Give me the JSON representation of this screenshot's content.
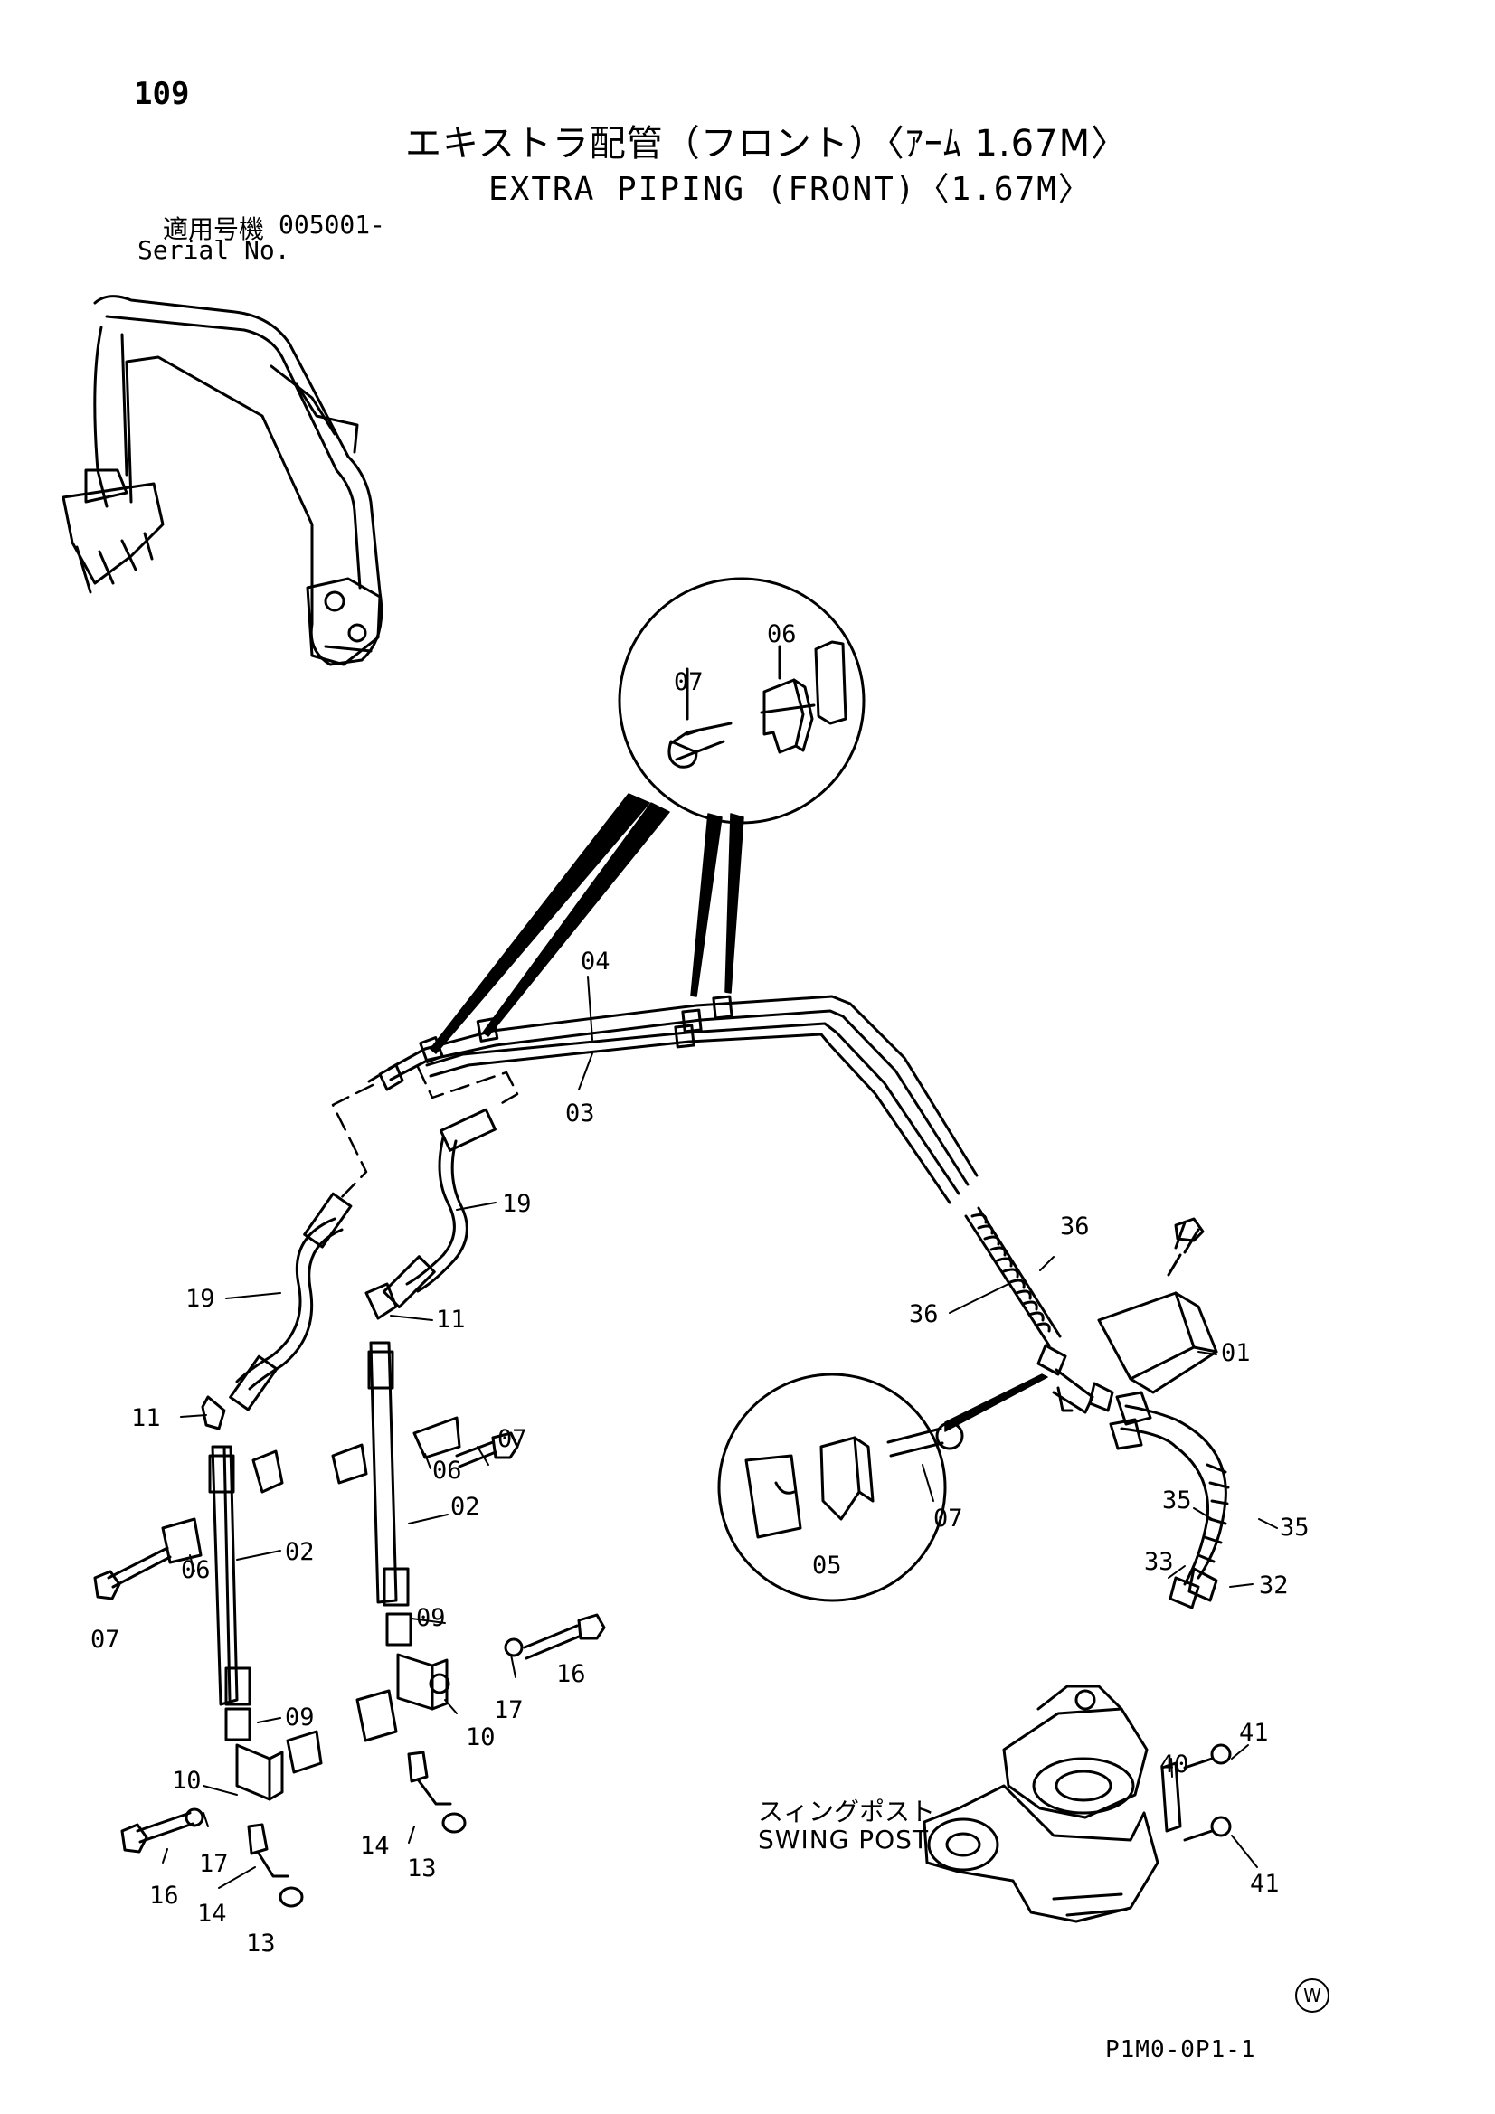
{
  "header": {
    "page_number": "109",
    "title_jp": "エキストラ配管（フロント）〈ｱｰﾑ 1.67M〉",
    "title_en": "EXTRA PIPING (FRONT)〈1.67M〉",
    "serial_label_jp": "適用号機",
    "serial_value": "005001-",
    "serial_label_en": "Serial No."
  },
  "swing_post": {
    "label_jp": "スィングポスト",
    "label_en": "SWING POST"
  },
  "footer": {
    "drawing_code": "P1M0-0P1-1",
    "mark": "W"
  },
  "part_labels": [
    {
      "id": "p06-detail",
      "text": "06"
    },
    {
      "id": "p07-detail",
      "text": "07"
    },
    {
      "id": "p04",
      "text": "04"
    },
    {
      "id": "p03",
      "text": "03"
    },
    {
      "id": "p19-right",
      "text": "19"
    },
    {
      "id": "p19-left",
      "text": "19"
    },
    {
      "id": "p11-right",
      "text": "11"
    },
    {
      "id": "p11-left",
      "text": "11"
    },
    {
      "id": "p07-mid",
      "text": "07"
    },
    {
      "id": "p06-mid",
      "text": "06"
    },
    {
      "id": "p02-mid",
      "text": "02"
    },
    {
      "id": "p02-left",
      "text": "02"
    },
    {
      "id": "p06-left",
      "text": "06"
    },
    {
      "id": "p07-left",
      "text": "07"
    },
    {
      "id": "p09-mid",
      "text": "09"
    },
    {
      "id": "p16-right",
      "text": "16"
    },
    {
      "id": "p17-right",
      "text": "17"
    },
    {
      "id": "p10-mid",
      "text": "10"
    },
    {
      "id": "p09-left",
      "text": "09"
    },
    {
      "id": "p10-left",
      "text": "10"
    },
    {
      "id": "p14-mid",
      "text": "14"
    },
    {
      "id": "p13-mid",
      "text": "13"
    },
    {
      "id": "p16-left",
      "text": "16"
    },
    {
      "id": "p17-left",
      "text": "17"
    },
    {
      "id": "p14-left",
      "text": "14"
    },
    {
      "id": "p13-left",
      "text": "13"
    },
    {
      "id": "p36-top",
      "text": "36"
    },
    {
      "id": "p36-left",
      "text": "36"
    },
    {
      "id": "p01",
      "text": "01"
    },
    {
      "id": "p07-circle",
      "text": "07"
    },
    {
      "id": "p05-circle",
      "text": "05"
    },
    {
      "id": "p35-left",
      "text": "35"
    },
    {
      "id": "p35-right",
      "text": "35"
    },
    {
      "id": "p33",
      "text": "33"
    },
    {
      "id": "p32",
      "text": "32"
    },
    {
      "id": "p40",
      "text": "40"
    },
    {
      "id": "p41-top",
      "text": "41"
    },
    {
      "id": "p41-bottom",
      "text": "41"
    }
  ]
}
